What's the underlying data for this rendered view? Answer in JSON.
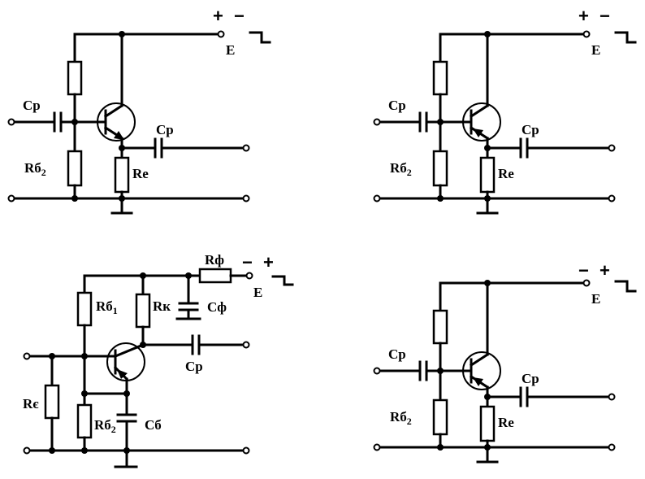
{
  "circuits": [
    {
      "supply_left": "+",
      "supply_right": "−",
      "supply": "E",
      "input_cap": "Cp",
      "output_cap": "Cp",
      "base_resistor": "Rб",
      "base_resistor_sub": "2",
      "emitter_resistor": "Re"
    },
    {
      "supply_left": "+",
      "supply_right": "−",
      "supply": "E",
      "input_cap": "Cp",
      "output_cap": "Cp",
      "base_resistor": "Rб",
      "base_resistor_sub": "2",
      "emitter_resistor": "Re"
    },
    {
      "supply_left": "−",
      "supply_right": "+",
      "supply": "E",
      "filter_resistor": "Rф",
      "filter_cap": "Cф",
      "base_resistor_1": "Rб",
      "base_resistor_1_sub": "1",
      "collector_resistor": "Rк",
      "output_cap": "Cp",
      "input_resistor": "Rє",
      "base_resistor_2": "Rб",
      "base_resistor_2_sub": "2",
      "bypass_cap": "Cб"
    },
    {
      "supply_left": "−",
      "supply_right": "+",
      "supply": "E",
      "input_cap": "Cp",
      "output_cap": "Cp",
      "base_resistor": "Rб",
      "base_resistor_sub": "2",
      "emitter_resistor": "Re"
    }
  ]
}
